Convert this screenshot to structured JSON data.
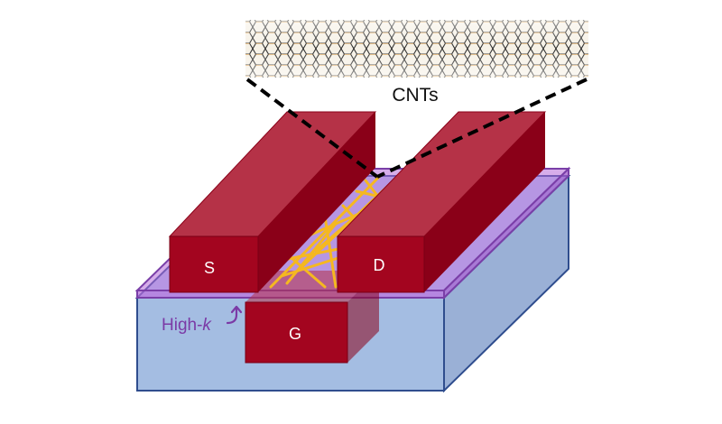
{
  "labels": {
    "cnts": "CNTs",
    "source": "S",
    "drain": "D",
    "gate": "G",
    "high_k_prefix": "High-",
    "high_k_suffix": "k"
  },
  "colors": {
    "substrate_front": "#a4bde2",
    "substrate_top": "#b8cdf0",
    "substrate_side": "#9ab0d6",
    "substrate_edge": "#2f4d8e",
    "dielectric": "#b46ad8",
    "dielectric_edge": "#7a3fa8",
    "electrode_front": "#a3051f",
    "electrode_top": "#b53247",
    "electrode_side": "#8a0018",
    "cnt_network": "#f5b820",
    "dashed_line": "#000000",
    "high_k_text": "#7b3aa6"
  },
  "icons": {
    "nanotube": "carbon-nanotube-lattice-icon",
    "arrow": "curved-arrow-up-icon"
  }
}
